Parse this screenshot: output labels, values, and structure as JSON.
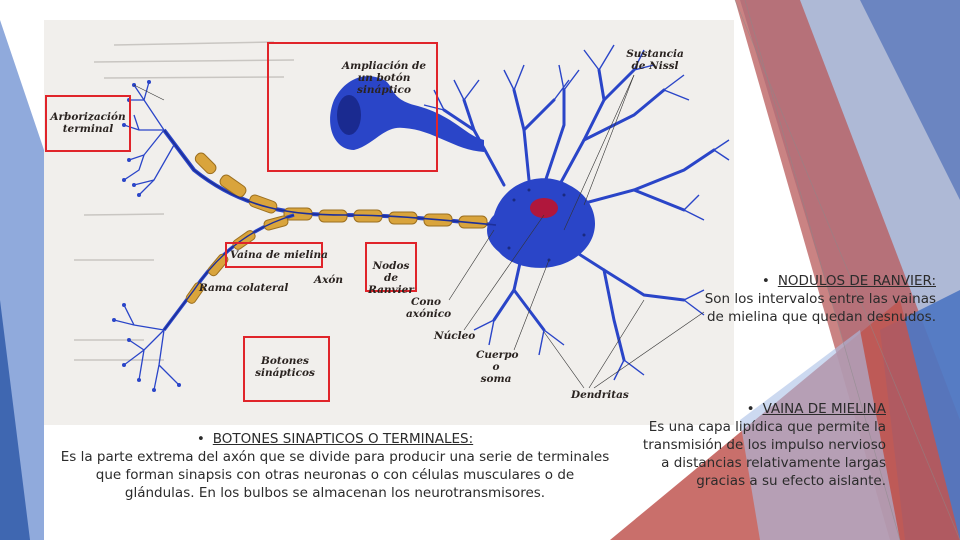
{
  "figure": {
    "labels": {
      "arborizacion": "Arborización terminal",
      "ampliacion": "Ampliación de un botón sináptico",
      "sustancia": "Sustancia de Nissl",
      "vaina": "Vaina de mielina",
      "nodos": "Nodos de Ranvier",
      "axon": "Axón",
      "rama": "Rama colateral",
      "cono": "Cono axónico",
      "nucleo": "Núcleo",
      "botones": "Botones sinápticos",
      "cuerpo": "Cuerpo o soma",
      "dendritas": "Dendritas"
    }
  },
  "captions": {
    "botones": {
      "bullet": "•",
      "title": "BOTONES SINAPTICOS O TERMINALES:",
      "body": "Es la parte extrema del axón que se divide para producir una serie de terminales que forman sinapsis con otras neuronas o con células musculares o de glándulas. En los bulbos se almacenan los neurotransmisores."
    },
    "nodulos": {
      "bullet": "•",
      "title": "NODULOS DE RANVIER:",
      "body": "Son los intervalos entre las vainas de mielina que quedan desnudos."
    },
    "vaina": {
      "bullet": "•",
      "title": "VAINA DE MIELINA",
      "body": "Es una capa lipídica que permite la transmisión de los impulso nervioso a distancias relativamente largas gracias a su efecto aislante."
    }
  },
  "colors": {
    "accent_red": "#e0242a",
    "neuron_blue": "#2a45c8",
    "myelin": "#d9a43c",
    "deco_blue": "#5b7fc4",
    "deco_red": "#c0504d"
  }
}
